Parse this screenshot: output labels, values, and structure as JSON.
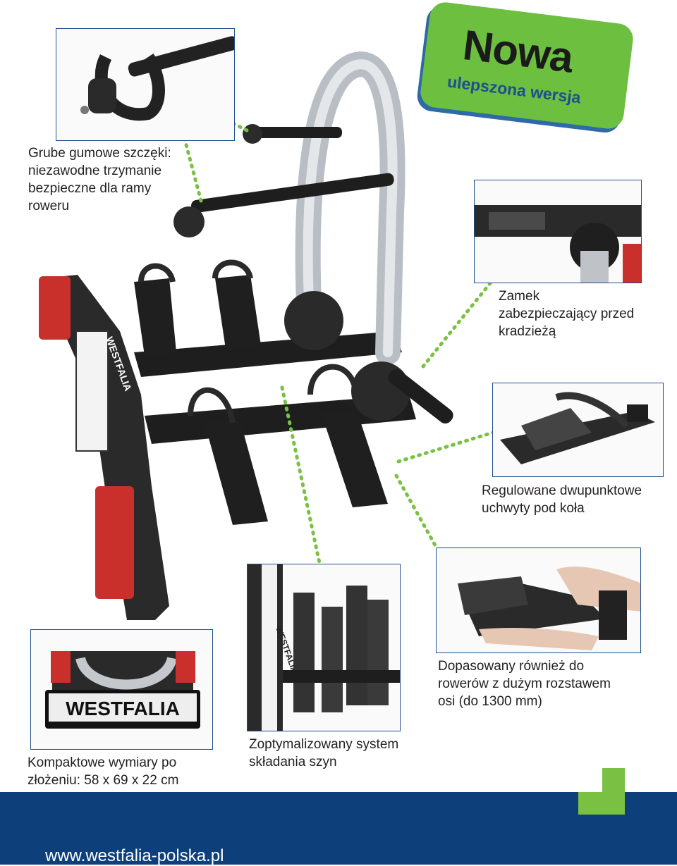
{
  "badge": {
    "title": "Nowa",
    "subtitle": "ulepszona wersja",
    "color": "#6cbf3f",
    "shadow_color": "#2e6aa8"
  },
  "captions": {
    "jaws": "Grube gumowe szczęki:\nniezawodne trzymanie\nbezpieczne dla ramy\nroweru",
    "lock": "Zamek\nzabezpieczający przed\nkradzieżą",
    "wheel_holders": "Regulowane dwupunktowe\nuchwyty pod koła",
    "wheelbase": "Dopasowany również do\nrowerów z dużym rozstawem\nosi (do 1300 mm)",
    "rails": "Zoptymalizowany system\nskładania szyn",
    "compact": "Kompaktowe wymiary po\nzłożeniu: 58 x 69 x 22 cm"
  },
  "product_brand": "WESTFALIA",
  "footer": {
    "url": "www.westfalia-polska.pl",
    "color": "#0d3f7a"
  },
  "colors": {
    "frame_border": "#1f4f8c",
    "arrow": "#7ac143",
    "accent_square": "#7ac143"
  }
}
